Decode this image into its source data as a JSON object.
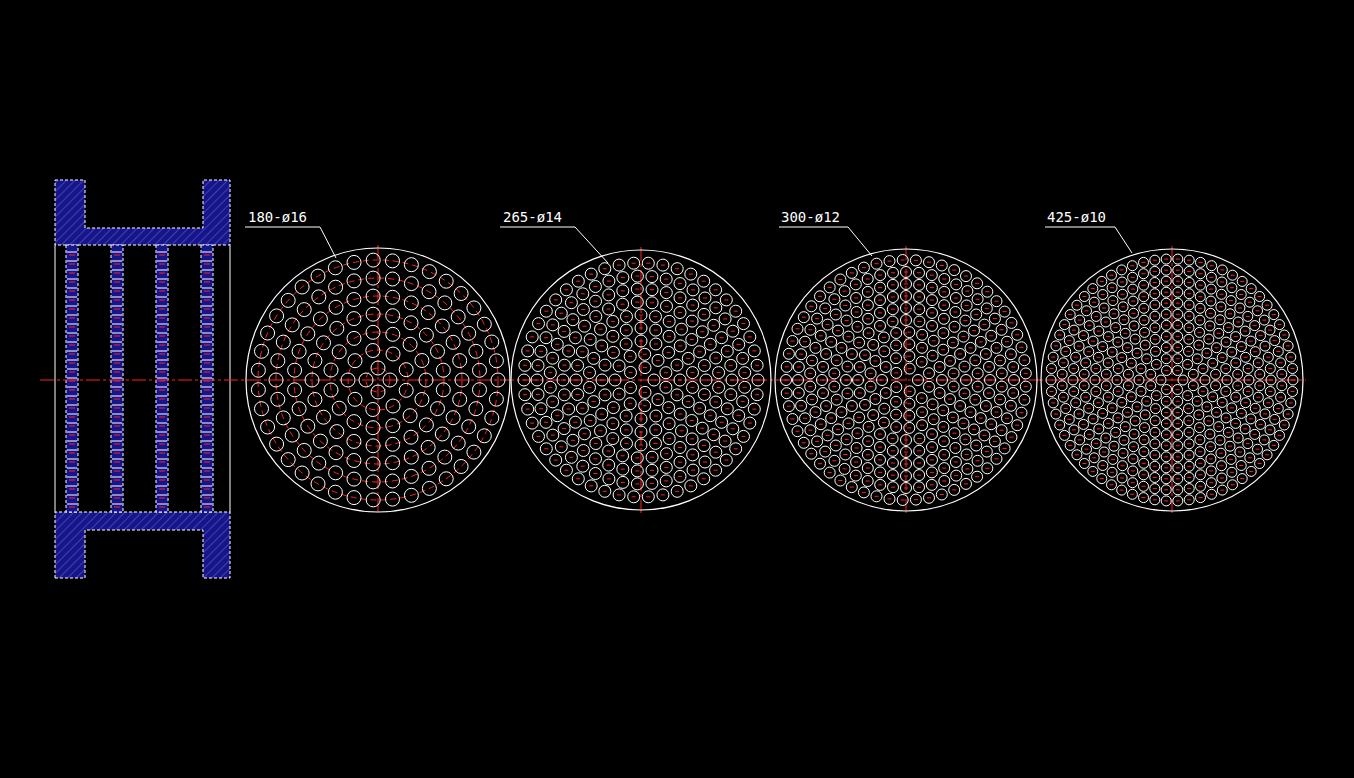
{
  "diagram": {
    "labels": [
      "180-ø16",
      "265-ø14",
      "300-ø12",
      "425-ø10"
    ]
  }
}
